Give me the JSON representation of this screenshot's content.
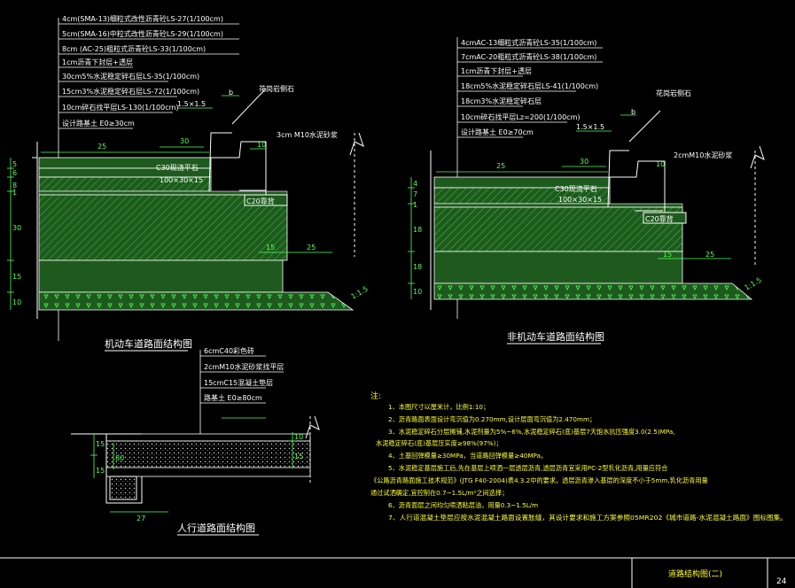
{
  "colors": {
    "background": "#000000",
    "line": "#ffffff",
    "dim": "#55ff55",
    "text_yellow": "#ffff33",
    "fill_green": "#1e5a1e",
    "hatch": "#55ff55"
  },
  "motor": {
    "title": "机动车道路面结构图",
    "layers": [
      "4cm(SMA-13)细粒式改性沥青砼LS-27(1/100cm)",
      "5cm(SMA-16)中粒式改性沥青砼LS-29(1/100cm)",
      "8cm (AC-25)粗粒式沥青砼LS-33(1/100cm)",
      "1cm沥青下封层+透层",
      "30cm5%水泥稳定碎石层LS-35(1/100cm)",
      "15cm3%水泥稳定碎石层LS-72(1/100cm)",
      "10cm碎石找平层LS-130(1/100cm)",
      "设计路基土 E0≥30cm"
    ],
    "curb": "花岗岩侧石",
    "b": "b",
    "slope": "1.5×1.5",
    "mortar": "3cm M10水泥砂浆",
    "w10": "10",
    "flat": "C30现浇平石",
    "flat_size": "100×30×15",
    "foot": "C20靠背",
    "d25": "25",
    "d30": "30",
    "d15": "15",
    "d25b": "25",
    "slope2": "1:1.5",
    "left_dims": [
      "5",
      "6",
      "8",
      "1",
      "30",
      "15",
      "10"
    ]
  },
  "non": {
    "title": "非机动车道路面结构图",
    "layers": [
      "4cmAC-13细粒式沥青砼LS-35(1/100cm)",
      "7cmAC-20粗粒式沥青砼LS-38(1/100cm)",
      "1cm沥青下封层+透层",
      "18cm5%水泥稳定碎石层LS-41(1/100cm)",
      "18cm3%水泥稳定碎石层",
      "10cm碎石找平层Lz=200(1/100cm)",
      "设计路基土 E0≥70cm"
    ],
    "curb": "花岗岩侧石",
    "b": "b",
    "slope": "1.5×1.5",
    "mortar": "2cmM10水泥砂浆",
    "w10": "10",
    "flat": "C30现浇平石",
    "flat_size": "100×30×15",
    "foot": "C20靠背",
    "d25": "25",
    "d30": "30",
    "d15": "15",
    "d25b": "25",
    "slope2": "1:1.5",
    "left_dims": [
      "4",
      "7",
      "1",
      "18",
      "18",
      "10"
    ]
  },
  "ped": {
    "title": "人行道路面结构图",
    "layers": [
      "6cmC40彩色砖",
      "2cmM10水泥砂浆找平层",
      "15cmC15混凝土垫层",
      "路基土 E0≥80cm"
    ],
    "d15": "15",
    "d80": "80",
    "d27": "27",
    "d15b": "15",
    "d10": "10",
    "d15c": "15"
  },
  "notes": {
    "head": "注:",
    "items": [
      "1、本图尺寸以厘米计，比例1:10；",
      "2、沥青路面表面设计弯沉值为0.270mm,设计层面弯沉值为2.470mm；",
      "3、水泥稳定碎石分层摊铺,水泥剂量为5%~6%,水泥稳定碎石(底)基层7天饱水抗压强度3.0(2.5)MPa,",
      "水泥稳定碎石(底)基层压实度≥98%(97%)；",
      "4、土基回弹模量≥30MPa，当道路回弹模量≥40MPa。",
      "5、水泥稳定基层施工后,先在基层上喷洒一层透层沥青,透层沥青宜采用PC-2型乳化沥青,用量应符合",
      "《公路沥青路面施工技术规范》(JTG F40-2004)表4.3.2中的要求。透层沥青渗入基层的深度不小于5mm,乳化沥青用量",
      "通过试洒确定,宜控制在0.7~1.5L/m²之间选择；",
      "6、沥青面层之间均匀喷洒粘层油，用量0.3~1.5L/m",
      "7、人行道混凝土垫层应按水泥混凝土路面设置胀缝，其设计要求和施工方案参照05MR202《城市道路-水泥混凝土路面》图标图集。"
    ]
  },
  "footer": {
    "title": "道路结构图(二)",
    "page": "24"
  }
}
